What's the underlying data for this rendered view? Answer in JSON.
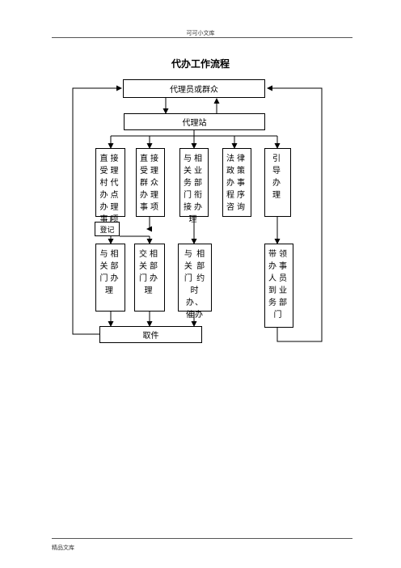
{
  "page": {
    "header": "可可小文库",
    "footer": "精品文库"
  },
  "diagram": {
    "title": "代办工作流程",
    "top_node": "代理员或群众",
    "station": "代理站",
    "branches": [
      {
        "lines": [
          "直接",
          "受理",
          "村代",
          "办点",
          "办理",
          "事项"
        ]
      },
      {
        "lines": [
          "直接",
          "受理",
          "群众",
          "办理",
          "事项"
        ]
      },
      {
        "lines": [
          "与相",
          "关业",
          "务部",
          "门衔",
          "接办",
          "理"
        ]
      },
      {
        "lines": [
          "法律",
          "政策",
          "办事",
          "程序",
          "咨询"
        ]
      },
      {
        "lines": [
          "引",
          "导",
          "办",
          "理"
        ]
      }
    ],
    "register": "登记",
    "lower": [
      {
        "lines": [
          "与相",
          "关部",
          "门办",
          "理"
        ]
      },
      {
        "lines": [
          "交相",
          "关部",
          "门办",
          "理"
        ]
      },
      {
        "lines": [
          "与 相",
          "关 部",
          "门 约",
          "时办、",
          "催办"
        ]
      },
      {
        "lines": [
          "带领",
          "办事",
          "人员",
          "到业",
          "务部",
          "门"
        ]
      }
    ],
    "pickup": "取件"
  }
}
